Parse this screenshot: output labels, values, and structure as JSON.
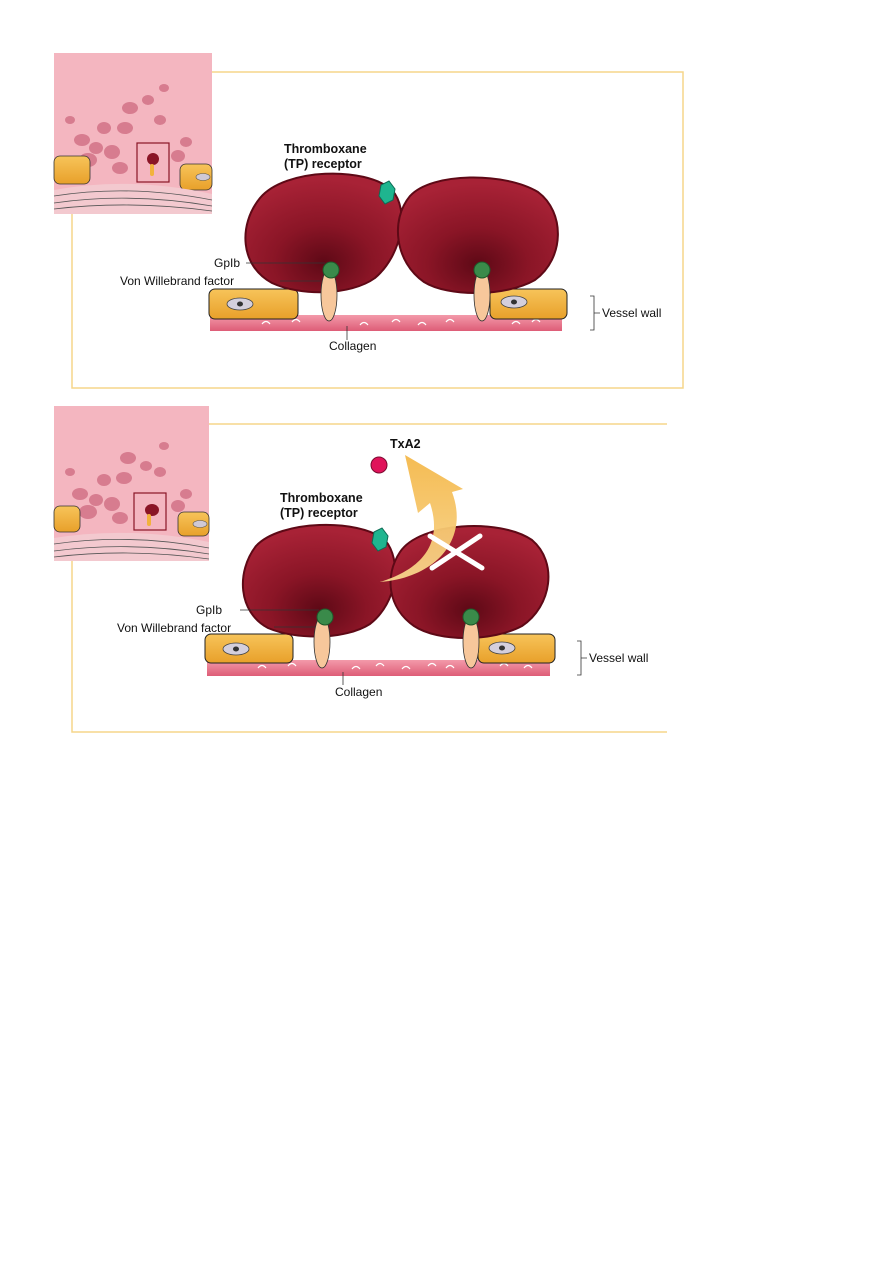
{
  "panels": [
    {
      "receptor_line1": "Thromboxane",
      "receptor_line2": "(TP) receptor",
      "gpib": "GpIb",
      "vwf": "Von Willebrand factor",
      "collagen": "Collagen",
      "vessel_wall": "Vessel wall"
    },
    {
      "receptor_line1": "Thromboxane",
      "receptor_line2": "(TP) receptor",
      "gpib": "GpIb",
      "vwf": "Von Willebrand factor",
      "collagen": "Collagen",
      "vessel_wall": "Vessel wall",
      "txa2": "TxA2"
    }
  ],
  "colors": {
    "frame": "#f6d58a",
    "platelet": "#9b1b2e",
    "platelet_dark": "#6b0d1c",
    "receptor": "#1fb58f",
    "gpib": "#3a8a4a",
    "vwf": "#f7c79b",
    "endothelial": "#f2b23c",
    "collagen_band": "#e46a82",
    "txa2": "#e0135a",
    "arrow": "#f7c86a",
    "inset_bg": "#f4b6c0"
  }
}
